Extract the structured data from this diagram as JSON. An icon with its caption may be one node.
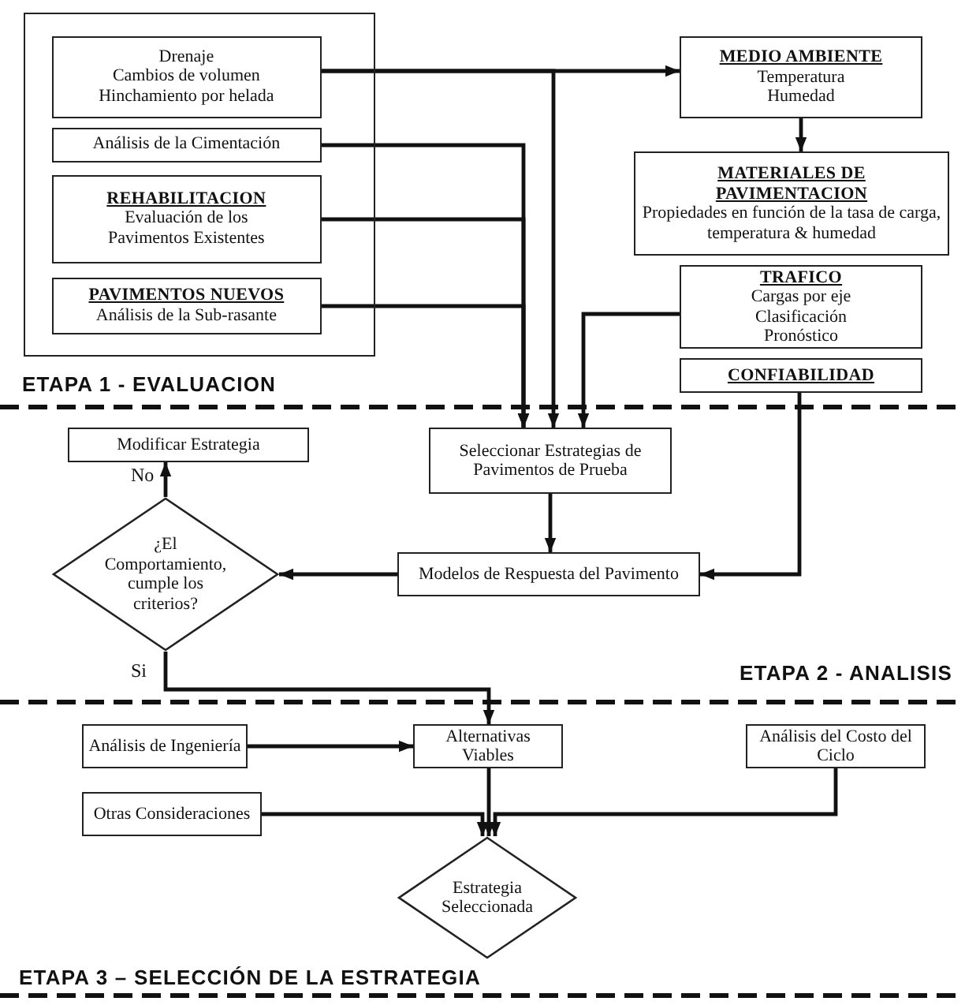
{
  "diagram": {
    "nodes": [
      {
        "text": [],
        "shape": "box"
      },
      {
        "text": [
          "Drenaje",
          "Cambios de volumen",
          "Hinchamiento por helada"
        ],
        "in": 0
      },
      {
        "text": [
          "Análisis de la Cimentación"
        ],
        "in": 0
      },
      {
        "text": [
          "REHABILITACION",
          "Evaluación de los Pavimentos Existentes"
        ],
        "in": 0
      },
      {
        "text": [
          "PAVIMENTOS NUEVOS",
          "Análisis de la Sub-rasante"
        ],
        "in": 0
      },
      {
        "text": [
          "MEDIO AMBIENTE",
          "Temperatura",
          "Humedad"
        ]
      },
      {
        "text": [
          "MATERIALES DE PAVIMENTACION",
          "Propiedades en función de la tasa de carga, temperatura & humedad"
        ]
      },
      {
        "text": [
          "TRAFICO",
          "Cargas por eje",
          "Clasificación",
          "Pronóstico"
        ]
      },
      {
        "text": [
          "CONFIABILIDAD"
        ]
      },
      {
        "text": [
          "Seleccionar Estrategias de Pavimentos de Prueba"
        ]
      },
      {
        "text": [
          "Modificar Estrategia"
        ]
      },
      {
        "text": [
          "¿El Comportamiento, cumple los criterios?"
        ]
      },
      {
        "text": [
          "Modelos de Respuesta del Pavimento"
        ]
      },
      {
        "text": [
          "Análisis de Ingeniería"
        ]
      },
      {
        "text": [
          "Alternativas Viables"
        ]
      },
      {
        "text": [
          "Análisis del Costo del Ciclo"
        ]
      },
      {
        "text": [
          "Otras Consideraciones"
        ]
      },
      {
        "text": [
          "Estrategia Seleccionada"
        ]
      }
    ],
    "edges": [
      {
        "from": 1,
        "to": 5,
        "arrow": "to"
      },
      {
        "from": 1,
        "to": 9,
        "arrow": "to"
      },
      {
        "from": 2,
        "to": 9,
        "arrow": "to"
      },
      {
        "from": 3,
        "to": 9,
        "arrow": "to"
      },
      {
        "from": 4,
        "to": 9,
        "arrow": "to"
      },
      {
        "from": 5,
        "to": 6,
        "arrow": "to"
      },
      {
        "from": 7,
        "to": 9,
        "arrow": "to"
      },
      {
        "from": 8,
        "to": 12,
        "arrow": "to"
      },
      {
        "from": 9,
        "to": 12,
        "arrow": "to"
      },
      {
        "from": 12,
        "to": 11,
        "arrow": "to"
      },
      {
        "from": 11,
        "to": 10,
        "label": "No",
        "arrow": "to"
      },
      {
        "from": 11,
        "to": 14,
        "label": "Si",
        "arrow": "to"
      },
      {
        "from": 13,
        "to": 14,
        "arrow": "to"
      },
      {
        "from": 14,
        "to": 17,
        "arrow": "to"
      },
      {
        "from": 16,
        "to": 17,
        "arrow": "to"
      },
      {
        "from": 15,
        "to": 17,
        "arrow": "to"
      }
    ],
    "labels": [
      "ETAPA 1 - EVALUACION",
      "ETAPA 2 - ANALISIS",
      "ETAPA 3 – SELECCIÓN DE LA ESTRATEGIA"
    ]
  }
}
